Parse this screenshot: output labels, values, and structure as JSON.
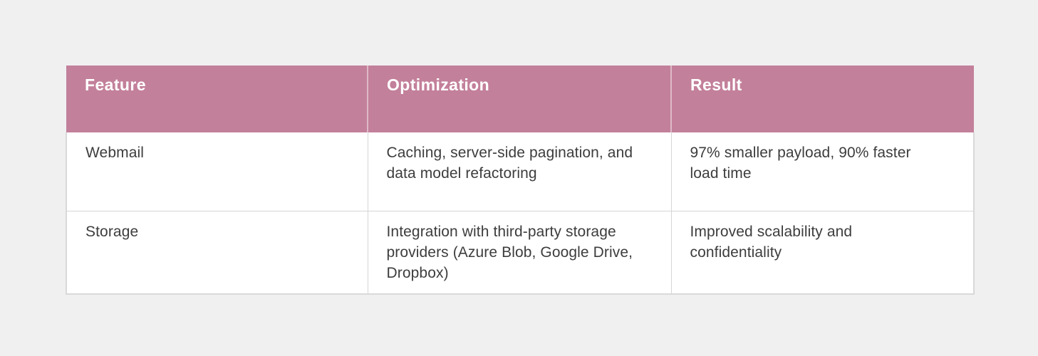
{
  "page": {
    "background_color": "#f0f0f1"
  },
  "table": {
    "colors": {
      "header_bg": "#c3809a",
      "header_text": "#ffffff",
      "header_divider": "rgba(255,255,255,0.45)",
      "body_bg": "#ffffff",
      "body_text": "#3d3d3d",
      "body_border": "#d6d6d6",
      "outer_border": "#d9d9d9"
    },
    "columns": [
      {
        "label": "Feature"
      },
      {
        "label": "Optimization"
      },
      {
        "label": "Result"
      }
    ],
    "rows": [
      {
        "feature": "Webmail",
        "optimization": "Caching, server-side pagination, and data model refactoring",
        "result": "97% smaller payload, 90% faster load time"
      },
      {
        "feature": "Storage",
        "optimization": "Integration with third-party storage providers (Azure Blob, Google Drive, Dropbox)",
        "result": "Improved scalability and confidentiality"
      }
    ]
  }
}
